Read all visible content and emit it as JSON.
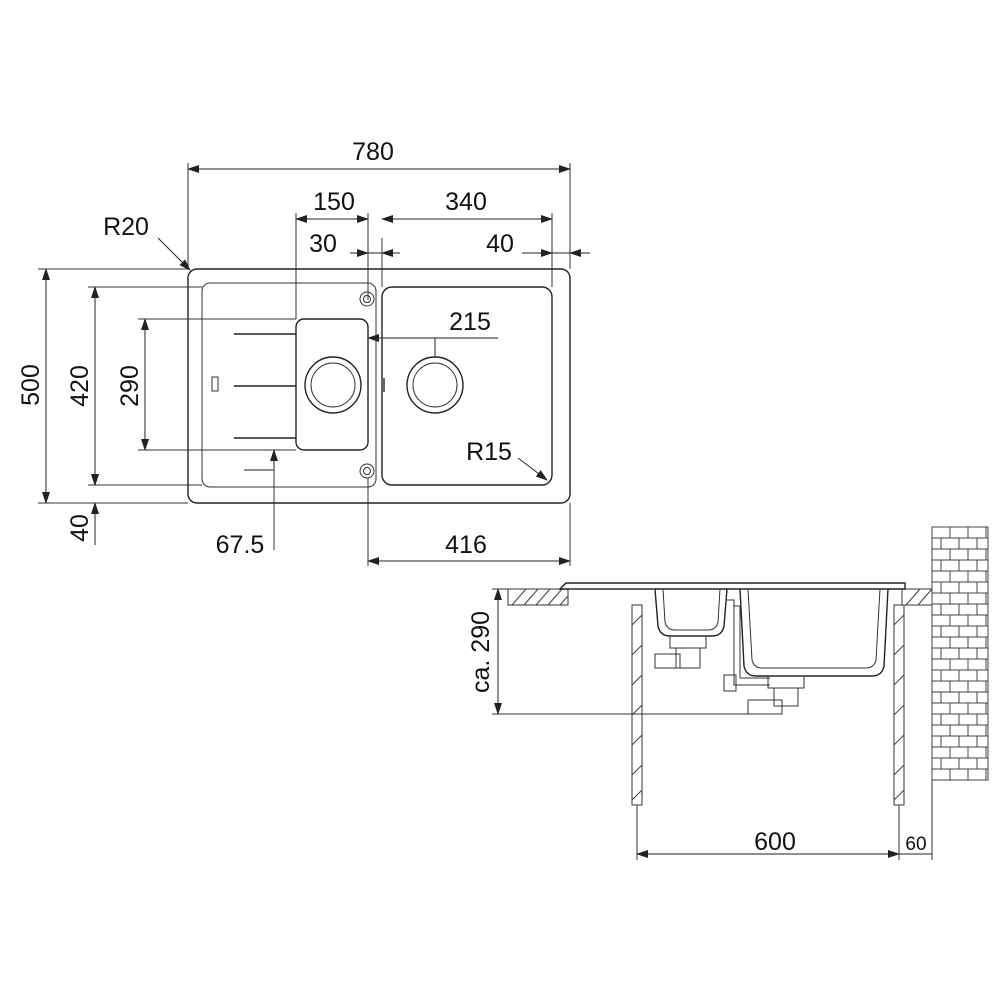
{
  "top_view": {
    "dimensions": {
      "width_overall": "780",
      "drainer_offset": "150",
      "bowl_width": "340",
      "small_gap": "30",
      "edge_margin": "40",
      "corner_radius": "R20",
      "depth_overall": "500",
      "depth_inner": "420",
      "drainer_depth": "290",
      "bottom_margin": "40",
      "waste_offset_x": "67.5",
      "waste_spacing": "215",
      "bowl_radius": "R15",
      "right_offset": "416"
    }
  },
  "section_view": {
    "dimensions": {
      "install_depth": "ca. 290",
      "cabinet_width": "600",
      "wall_gap": "60"
    }
  }
}
